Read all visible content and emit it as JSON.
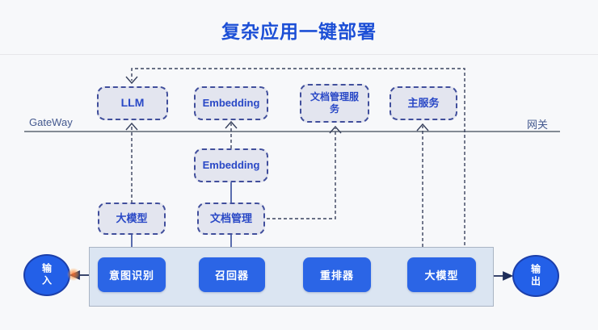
{
  "title": "复杂应用一键部署",
  "gateway": {
    "label_left": "GateWay",
    "label_right": "网关"
  },
  "services": {
    "llm": "LLM",
    "embedding_top": "Embedding",
    "doc_service": "文档管理服务",
    "main_service": "主服务",
    "embedding_mid": "Embedding",
    "model_upper": "大模型",
    "doc_mgmt": "文档管理"
  },
  "pipeline": {
    "input": "输入",
    "steps": [
      "意图识别",
      "召回器",
      "重排器",
      "大模型"
    ],
    "output": "输出"
  },
  "colors": {
    "title_blue": "#1c4fd6",
    "accent_blue": "#2b65e6",
    "node_fill": "#e3e5ef",
    "node_border": "#414f9c",
    "pipeline_bg": "#dbe5f2",
    "wire_dark": "#1e2d5a"
  }
}
